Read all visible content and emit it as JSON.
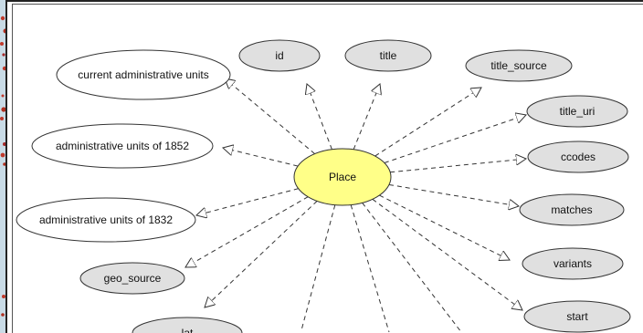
{
  "diagram": {
    "center": {
      "label": "Place",
      "fill": "#ffff88"
    },
    "nodes": [
      {
        "id": "n_current",
        "label": "current administrative units",
        "style": "white"
      },
      {
        "id": "n_1852",
        "label": "administrative units of 1852",
        "style": "white"
      },
      {
        "id": "n_1832",
        "label": "administrative units of 1832",
        "style": "white"
      },
      {
        "id": "n_geo",
        "label": "geo_source",
        "style": "gray"
      },
      {
        "id": "n_lat",
        "label": "lat",
        "style": "gray"
      },
      {
        "id": "n_id",
        "label": "id",
        "style": "gray"
      },
      {
        "id": "n_title",
        "label": "title",
        "style": "gray"
      },
      {
        "id": "n_title_source",
        "label": "title_source",
        "style": "gray"
      },
      {
        "id": "n_title_uri",
        "label": "title_uri",
        "style": "gray"
      },
      {
        "id": "n_ccodes",
        "label": "ccodes",
        "style": "gray"
      },
      {
        "id": "n_matches",
        "label": "matches",
        "style": "gray"
      },
      {
        "id": "n_variants",
        "label": "variants",
        "style": "gray"
      },
      {
        "id": "n_start",
        "label": "start",
        "style": "gray"
      }
    ],
    "colors": {
      "gray_fill": "#e0e0e0",
      "white_fill": "#ffffff",
      "stroke": "#333333",
      "edge": "#333333"
    }
  }
}
